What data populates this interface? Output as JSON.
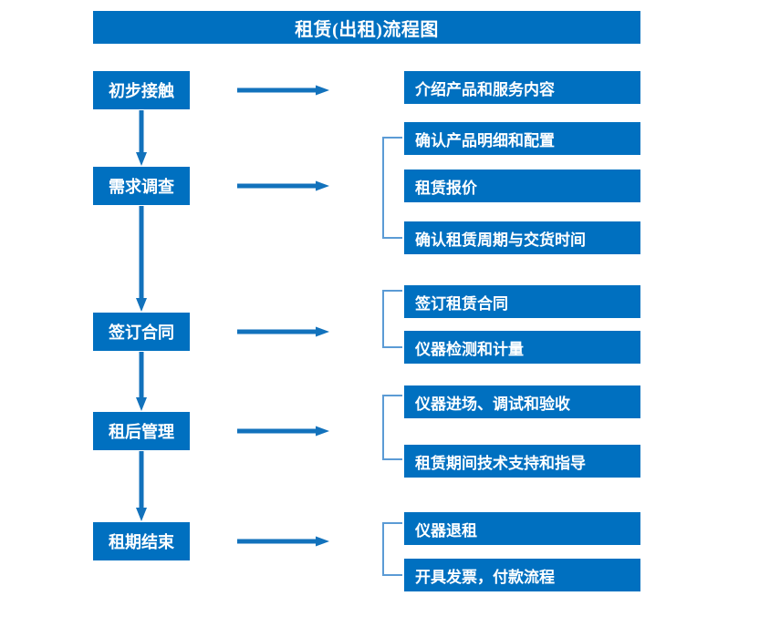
{
  "title": "租赁(出租)流程图",
  "colors": {
    "box_blue": "#0070C0",
    "arrow_blue": "#1272BC",
    "bracket_blue": "#5B9BD5",
    "text_white": "#FFFFFF",
    "background": "#FFFFFF"
  },
  "stages": [
    {
      "label": "初步接触"
    },
    {
      "label": "需求调查"
    },
    {
      "label": "签订合同"
    },
    {
      "label": "租后管理"
    },
    {
      "label": "租期结束"
    }
  ],
  "details": [
    {
      "label": "介绍产品和服务内容"
    },
    {
      "label": "确认产品明细和配置"
    },
    {
      "label": "租赁报价"
    },
    {
      "label": "确认租赁周期与交货时间"
    },
    {
      "label": "签订租赁合同"
    },
    {
      "label": "仪器检测和计量"
    },
    {
      "label": "仪器进场、调试和验收"
    },
    {
      "label": "租赁期间技术支持和指导"
    },
    {
      "label": "仪器退租"
    },
    {
      "label": "开具发票，付款流程"
    }
  ],
  "connectors": {
    "horizontal_arrow_count": 5,
    "vertical_arrow_count": 4,
    "bracket_count": 4
  }
}
